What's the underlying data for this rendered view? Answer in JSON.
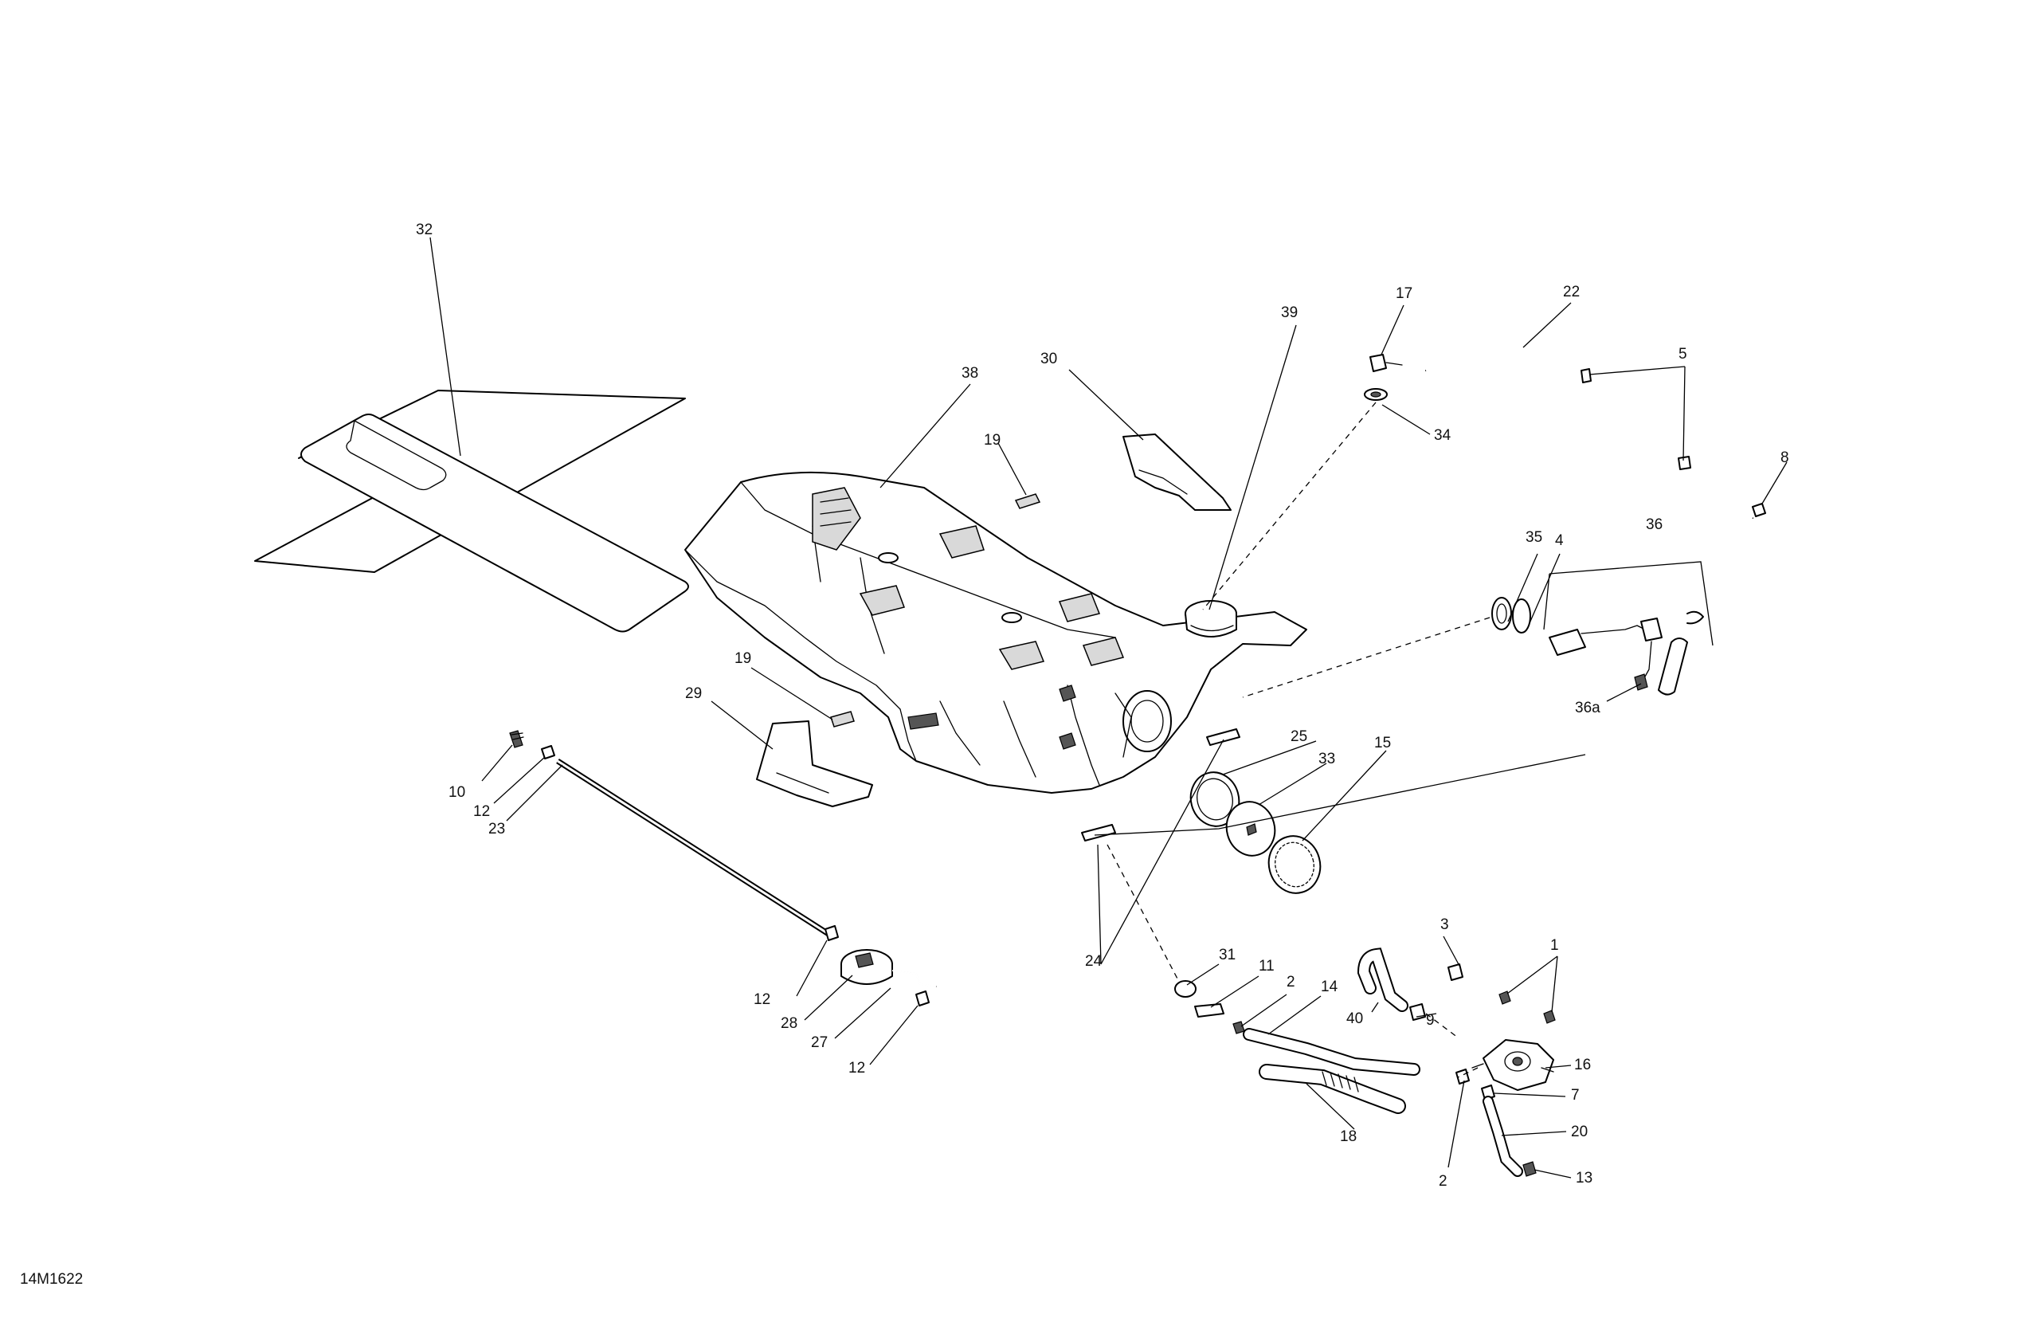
{
  "diagram_code": "14M1622",
  "callouts": {
    "c1": "1",
    "c2a": "2",
    "c2b": "2",
    "c3": "3",
    "c4": "4",
    "c5": "5",
    "c7": "7",
    "c8": "8",
    "c9": "9",
    "c10": "10",
    "c11": "11",
    "c12a": "12",
    "c12b": "12",
    "c12c": "12",
    "c13": "13",
    "c14": "14",
    "c15": "15",
    "c16": "16",
    "c17": "17",
    "c18": "18",
    "c19a": "19",
    "c19b": "19",
    "c20": "20",
    "c22": "22",
    "c23": "23",
    "c24": "24",
    "c25": "25",
    "c27": "27",
    "c28": "28",
    "c29": "29",
    "c30": "30",
    "c31": "31",
    "c32": "32",
    "c33": "33",
    "c34": "34",
    "c35": "35",
    "c36": "36",
    "c36a": "36a",
    "c38": "38",
    "c39": "39",
    "c40": "40"
  }
}
